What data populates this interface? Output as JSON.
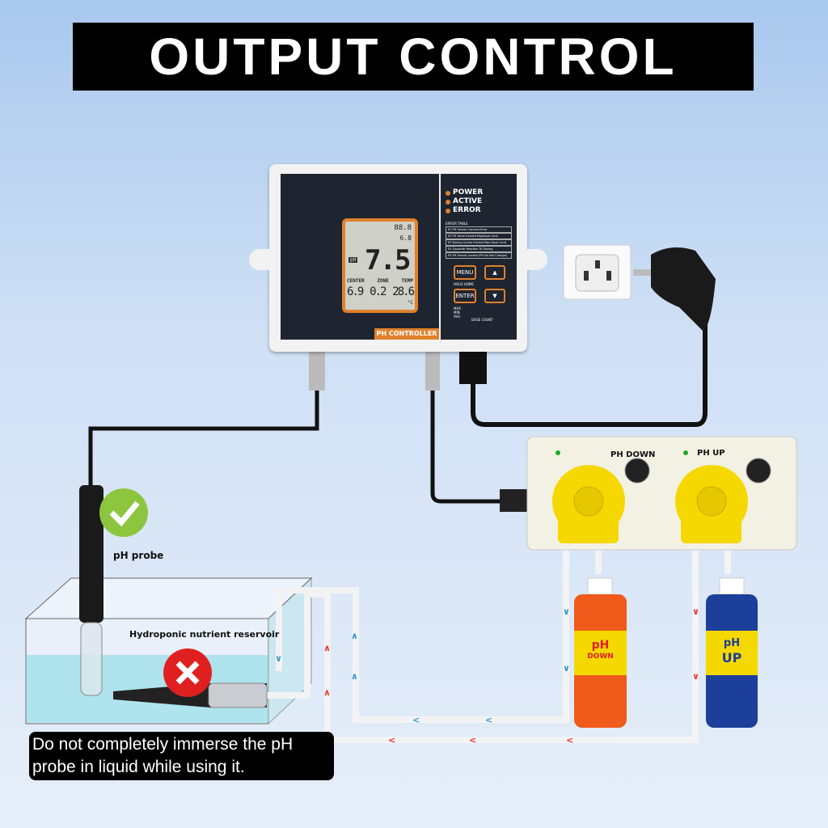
{
  "title": "OUTPUT CONTROL",
  "controller": {
    "label": "PH CONTROLLER",
    "lcd": {
      "main_value": "7.5",
      "unit": "pH",
      "top_value": "88.8",
      "avg_value": "6.8",
      "center_label": "CENTER",
      "center_value": "6.9",
      "zone_label": "ZONE",
      "zone_value": "0.2",
      "temp_label": "TEMP",
      "temp_value": "28.6",
      "temp_unit": "°C"
    },
    "leds": [
      "POWER",
      "ACTIVE",
      "ERROR"
    ],
    "error_table": {
      "title": "ERROR TABLE",
      "rows": [
        "E1 PH Sensor Connect Error",
        "E2 PH Value Exceed High/Low Limit",
        "E3 Dosing Cycles Exceed Max Dose Limit",
        "E4 Opposite Reaction To Dosing",
        "E5 PH Sensor Locked (PH Do Not Change)"
      ]
    },
    "buttons": {
      "menu": "MENU",
      "enter": "ENTER",
      "up": "▲",
      "down": "▼",
      "hold_home": "HOLD HOME",
      "dose_count": "DOSE COUNT",
      "max_min_avg": "MAX MIN AVG"
    }
  },
  "pumps": {
    "down_label": "PH DOWN",
    "up_label": "PH UP"
  },
  "bottles": {
    "down": {
      "line1": "pH",
      "line2": "DOWN"
    },
    "up": {
      "line1": "pH",
      "line2": "UP"
    }
  },
  "labels": {
    "probe": "pH probe",
    "reservoir": "Hydroponic nutrient reservoir"
  },
  "note": "Do not completely immerse the pH probe in liquid while using it.",
  "colors": {
    "accent": "#e0812c",
    "down_bottle": "#f05a1a",
    "up_bottle": "#1c3f9a",
    "pump": "#f5d800",
    "ok": "#8cc63f",
    "bad": "#e02020"
  }
}
